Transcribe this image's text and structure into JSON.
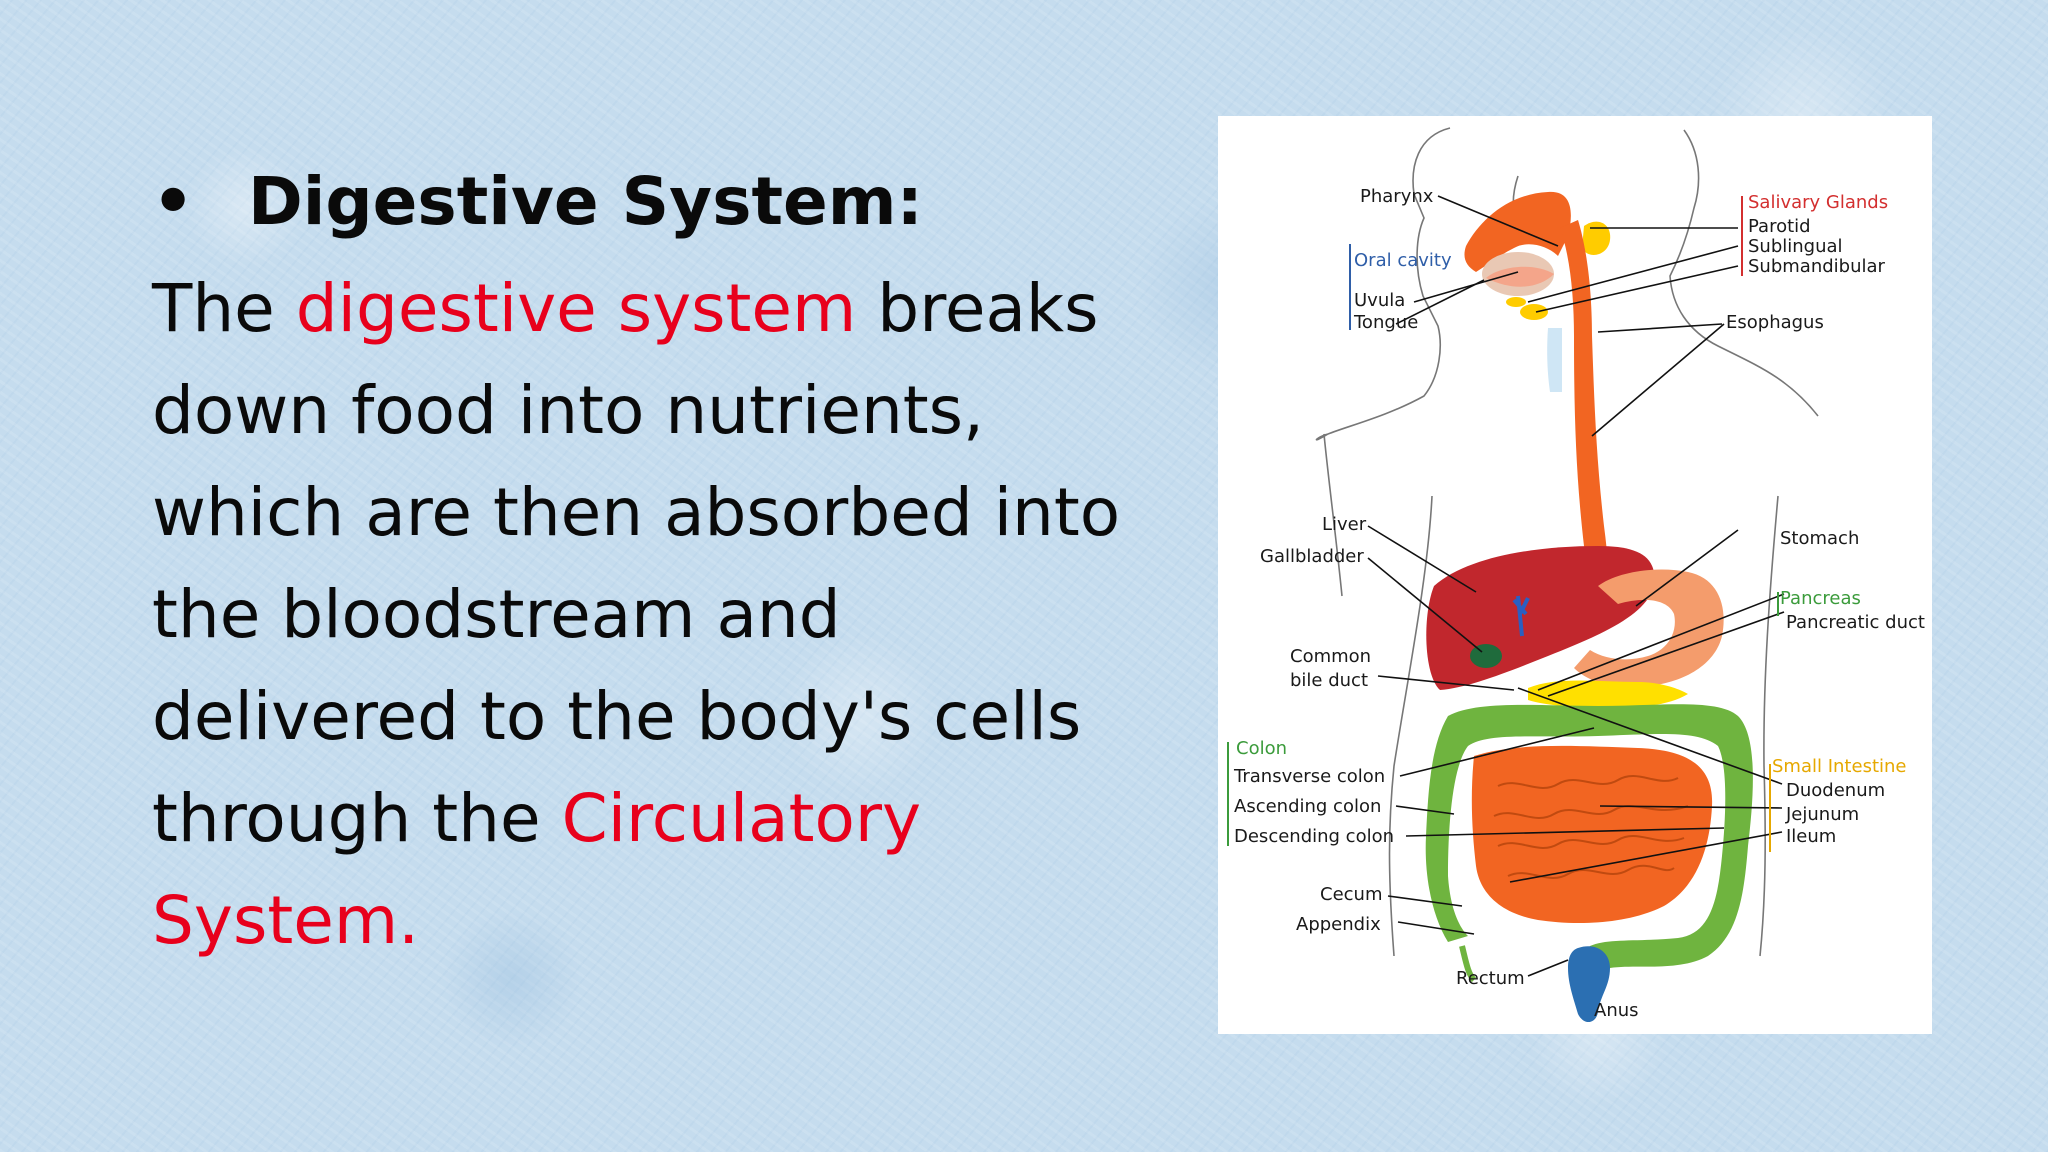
{
  "slide": {
    "bullet": "•",
    "heading": "Digestive System:",
    "body": {
      "t1": "The ",
      "h1": "digestive system",
      "t2": " breaks down food into nutrients, which are then absorbed into the bloodstream and delivered to the body's cells through the ",
      "h2": "Circulatory System."
    },
    "highlight_color": "#e8001c"
  },
  "diagram": {
    "labels": {
      "pharynx": "Pharynx",
      "salivary_glands": "Salivary Glands",
      "parotid": "Parotid",
      "sublingual": "Sublingual",
      "submandibular": "Submandibular",
      "oral_cavity": "Oral cavity",
      "uvula": "Uvula",
      "tongue": "Tongue",
      "esophagus": "Esophagus",
      "liver": "Liver",
      "gallbladder": "Gallbladder",
      "stomach": "Stomach",
      "pancreas": "Pancreas",
      "pancreatic_duct": "Pancreatic duct",
      "common": "Common",
      "bile_duct": "bile duct",
      "colon": "Colon",
      "transverse_colon": "Transverse colon",
      "ascending_colon": "Ascending colon",
      "descending_colon": "Descending colon",
      "small_intestine": "Small Intestine",
      "duodenum": "Duodenum",
      "jejunum": "Jejunum",
      "ileum": "Ileum",
      "cecum": "Cecum",
      "appendix": "Appendix",
      "rectum": "Rectum",
      "anus": "Anus"
    },
    "colors": {
      "salivary_glands": "#d32f2f",
      "oral_cavity": "#2f5ea8",
      "pancreas": "#3b9b3b",
      "colon": "#3b9b3b",
      "small_intestine": "#e6a800",
      "digestive_tract": "#f26522",
      "liver": "#c1272d",
      "colon_tissue": "#6fb43f"
    }
  }
}
